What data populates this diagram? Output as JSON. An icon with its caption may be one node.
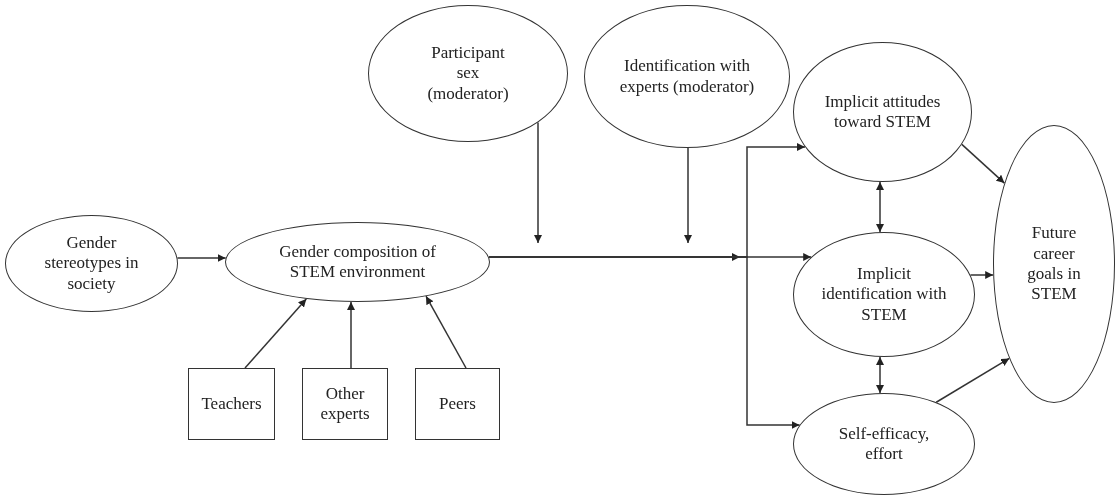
{
  "diagram": {
    "nodes": [
      {
        "text": [
          "Gender stereotypes in society"
        ]
      },
      {
        "text": [
          "Gender composition of STEM environment"
        ]
      },
      {
        "text": [
          "Teachers"
        ]
      },
      {
        "text": [
          "Other experts"
        ]
      },
      {
        "text": [
          "Peers"
        ]
      },
      {
        "text": [
          "Participant sex (moderator)"
        ]
      },
      {
        "text": [
          "Identification with experts (moderator)"
        ]
      },
      {
        "text": [
          "Implicit attitudes toward STEM"
        ]
      },
      {
        "text": [
          "Implicit identification with STEM"
        ]
      },
      {
        "text": [
          "Self-efficacy, effort"
        ]
      },
      {
        "text": [
          "Future career goals in STEM"
        ]
      }
    ],
    "edges": [
      {
        "from": 0,
        "to": 1,
        "arrow": "to"
      },
      {
        "from": 2,
        "to": 1,
        "arrow": "to"
      },
      {
        "from": 3,
        "to": 1,
        "arrow": "to"
      },
      {
        "from": 4,
        "to": 1,
        "arrow": "to"
      },
      {
        "from": 5,
        "to": null,
        "arrow": "to"
      },
      {
        "from": 6,
        "to": null,
        "arrow": "to"
      },
      {
        "from": 1,
        "to": 7,
        "arrow": "to"
      },
      {
        "from": 1,
        "to": 8,
        "arrow": "to"
      },
      {
        "from": 1,
        "to": 9,
        "arrow": "to"
      },
      {
        "from": 7,
        "to": 8,
        "arrow": "both"
      },
      {
        "from": 8,
        "to": 9,
        "arrow": "both"
      },
      {
        "from": 7,
        "to": 10,
        "arrow": "to"
      },
      {
        "from": 8,
        "to": 10,
        "arrow": "to"
      },
      {
        "from": 9,
        "to": 10,
        "arrow": "to"
      }
    ]
  }
}
